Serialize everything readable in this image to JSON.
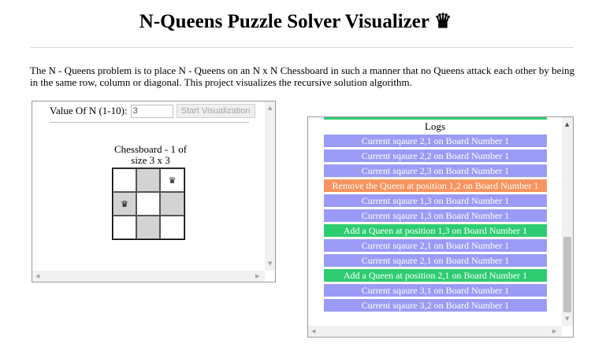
{
  "header": {
    "title": "N-Queens Puzzle Solver Visualizer",
    "title_icon": "♛"
  },
  "description": "The N - Queens problem is to place N - Queens on an N x N Chessboard in such a manner that no Queens attack each other by being in the same row, column or diagonal. This project visualizes the recursive solution algorithm.",
  "controls": {
    "n_label": "Value Of N (1-10):",
    "n_value": "3",
    "start_button": "Start Visualization"
  },
  "board": {
    "caption": "Chessboard - 1 of size 3 x 3",
    "queen_glyph": "♛",
    "cells": [
      [
        "white",
        "grey",
        "white"
      ],
      [
        "grey",
        "white",
        "grey"
      ],
      [
        "white",
        "grey",
        "white"
      ]
    ],
    "queens": [
      [
        0,
        2
      ],
      [
        1,
        0
      ]
    ]
  },
  "logs": {
    "title": "Logs",
    "items": [
      {
        "text": "Current sqaure 2,1 on Board Number 1",
        "type": "visit"
      },
      {
        "text": "Current sqaure 2,2 on Board Number 1",
        "type": "visit"
      },
      {
        "text": "Current sqaure 2,3 on Board Number 1",
        "type": "visit"
      },
      {
        "text": "Remove the Queen at position 1,2 on Board Number 1",
        "type": "remove"
      },
      {
        "text": "Current sqaure 1,3 on Board Number 1",
        "type": "visit"
      },
      {
        "text": "Current sqaure 1,3 on Board Number 1",
        "type": "visit"
      },
      {
        "text": "Add a Queen at position 1,3 on Board Number 1",
        "type": "add"
      },
      {
        "text": "Current sqaure 2,1 on Board Number 1",
        "type": "visit"
      },
      {
        "text": "Current sqaure 2,1 on Board Number 1",
        "type": "visit"
      },
      {
        "text": "Add a Queen at position 2,1 on Board Number 1",
        "type": "add"
      },
      {
        "text": "Current sqaure 3,1 on Board Number 1",
        "type": "visit"
      },
      {
        "text": "Current sqaure 3,2 on Board Number 1",
        "type": "visit"
      }
    ]
  },
  "colors": {
    "visit": "#9b9bf7",
    "add": "#2ecc71",
    "remove": "#f7945f",
    "board_dark": "#d3d3d3"
  }
}
